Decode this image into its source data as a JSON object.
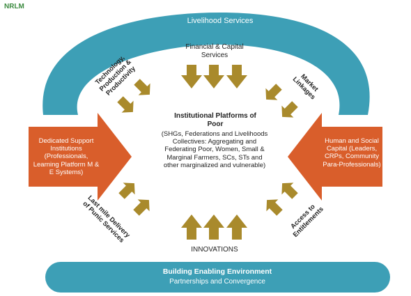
{
  "header": {
    "tag": "NRLM"
  },
  "arch": {
    "title": "Livelihood Services"
  },
  "top_label": "Financial & Capital Services",
  "center": {
    "title": "Institutional Platforms of Poor",
    "body": "(SHGs, Federations and Livelihoods Collectives: Aggregating and Federating Poor, Women, Small & Marginal Farmers, SCs, STs and other marginalized and vulnerable)"
  },
  "diagonals": {
    "top_left": "Technology, Production & Productivity",
    "top_right": "Market Linkages",
    "bottom_left": "Last mile Delivery of Punic Services",
    "bottom_right": "Access to Entitlements"
  },
  "left_arrow": {
    "text": "Dedicated Support Institutions (Professionals, Learning Platform M & E Systems)"
  },
  "right_arrow": {
    "text": "Human and Social Capital (Leaders, CRPs, Community Para-Professionals)"
  },
  "bottom_label": "INNOVATIONS",
  "base": {
    "title": "Building Enabling Environment",
    "subtitle": "Partnerships and Convergence"
  },
  "colors": {
    "teal": "#3d9fb6",
    "orange": "#d95e2b",
    "gold": "#a98a2c",
    "green_tag": "#3b8a3f"
  }
}
